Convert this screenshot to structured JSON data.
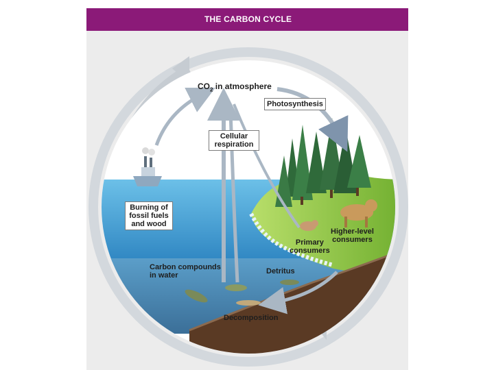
{
  "title": "THE CARBON CYCLE",
  "labels": {
    "co2_prefix": "CO",
    "co2_sub": "2",
    "co2_suffix": " in atmosphere",
    "photosynthesis": "Photosynthesis",
    "cellular_line1": "Cellular",
    "cellular_line2": "respiration",
    "burning_line1": "Burning of",
    "burning_line2": "fossil fuels",
    "burning_line3": "and wood",
    "higher_line1": "Higher-level",
    "higher_line2": "consumers",
    "primary_line1": "Primary",
    "primary_line2": "consumers",
    "carbon_line1": "Carbon compounds",
    "carbon_line2": "in water",
    "detritus": "Detritus",
    "decomposition": "Decomposition"
  },
  "colors": {
    "title_bar": "#8b1a78",
    "water": "#4aa6d6",
    "sky": "#ffffff",
    "land": "#8cc63f",
    "soil": "#5a3a24",
    "arrow": "#aab7c4",
    "ring": "#d3d8dd"
  },
  "icons": [
    "ship-icon",
    "tree-icon",
    "cat-icon",
    "mouse-icon",
    "fish-icon"
  ]
}
